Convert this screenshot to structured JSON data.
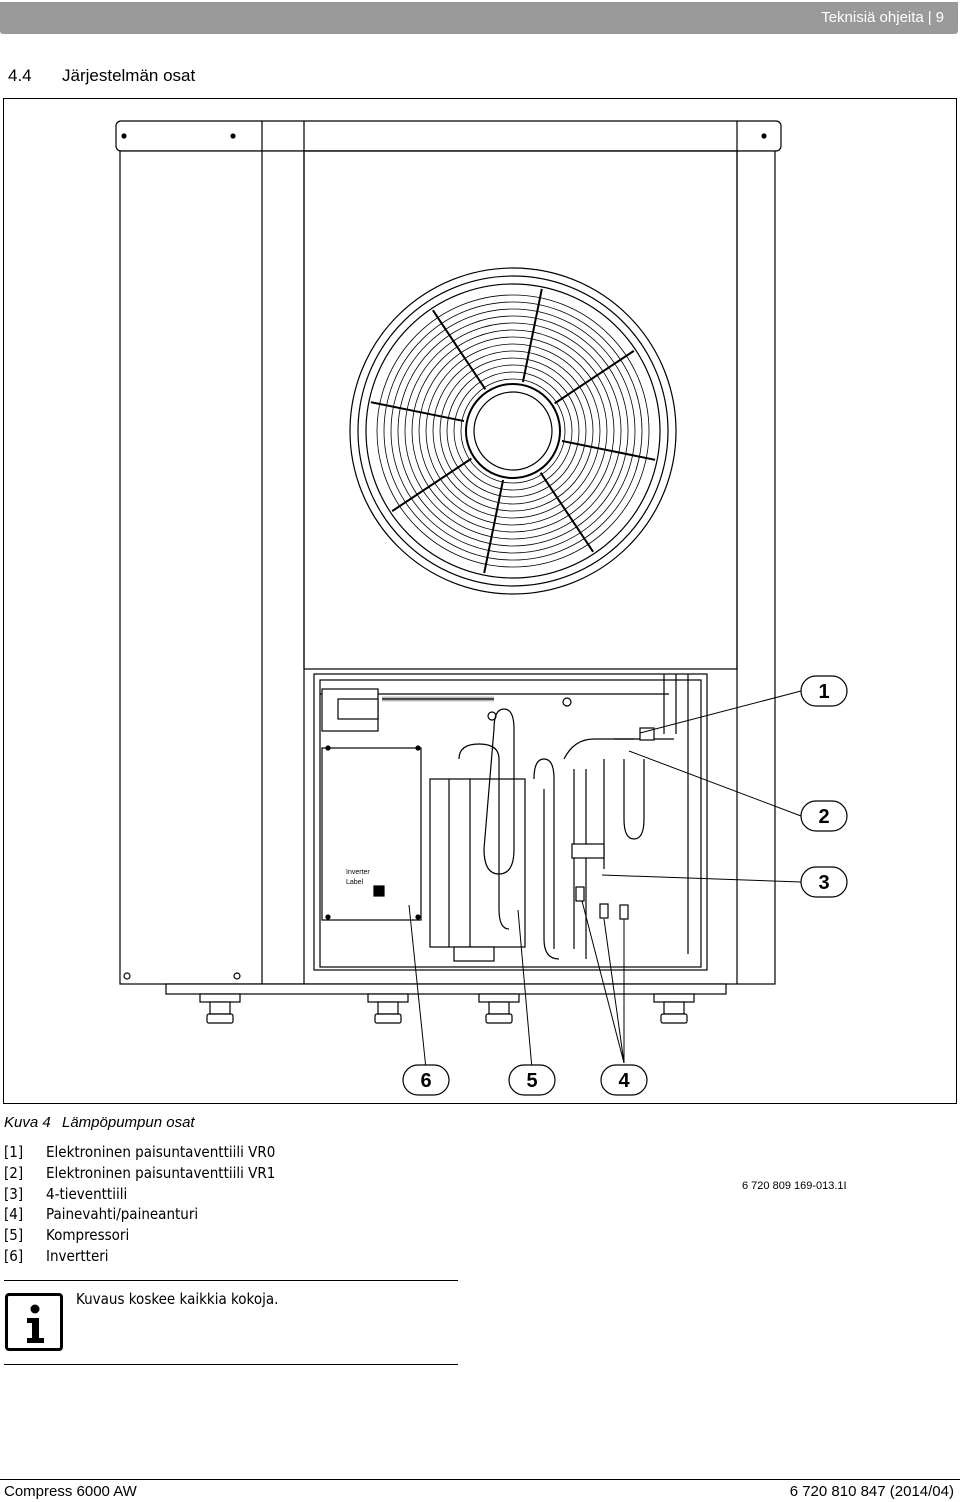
{
  "header": {
    "section": "Teknisiä ohjeita",
    "separator": "|",
    "page_number": "9"
  },
  "section": {
    "number": "4.4",
    "title": "Järjestelmän osat"
  },
  "figure": {
    "id": "6 720 809 169-013.1I",
    "device_labels": [
      "Inverter",
      "Label"
    ],
    "callouts": [
      "1",
      "2",
      "3",
      "4",
      "5",
      "6"
    ]
  },
  "caption": {
    "label": "Kuva 4",
    "text": "Lämpöpumpun osat"
  },
  "legend": [
    {
      "key": "[1]",
      "text": "Elektroninen paisuntaventtiili VR0"
    },
    {
      "key": "[2]",
      "text": "Elektroninen paisuntaventtiili VR1"
    },
    {
      "key": "[3]",
      "text": "4-tieventtiili"
    },
    {
      "key": "[4]",
      "text": "Painevahti/paineanturi"
    },
    {
      "key": "[5]",
      "text": "Kompressori"
    },
    {
      "key": "[6]",
      "text": "Invertteri"
    }
  ],
  "info": {
    "icon": "info-icon",
    "text": "Kuvaus koskee kaikkia kokoja."
  },
  "footer": {
    "left": "Compress 6000 AW",
    "right": "6 720 810 847 (2014/04)"
  }
}
